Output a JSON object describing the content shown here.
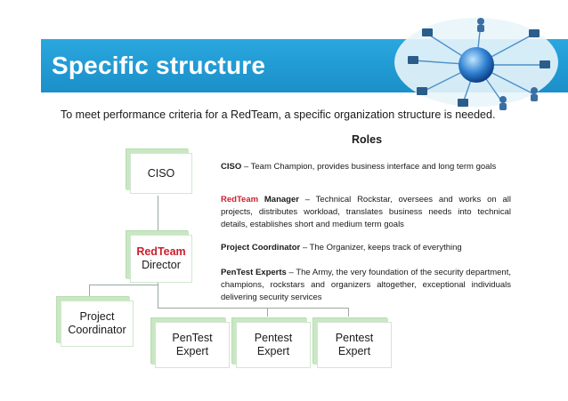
{
  "slide": {
    "title": "Specific structure",
    "subtitle": "To meet performance criteria for a RedTeam, a specific organization structure is needed.",
    "roles_heading": "Roles"
  },
  "org_chart": {
    "ciso": "CISO",
    "redteam_manager_line1": "RedTeam",
    "redteam_manager_line2": "Director",
    "project_coordinator_line1": "Project",
    "project_coordinator_line2": "Coordinator",
    "pentest_1_line1": "PenTest",
    "pentest_1_line2": "Expert",
    "pentest_2_line1": "Pentest",
    "pentest_2_line2": "Expert",
    "pentest_3_line1": "Pentest",
    "pentest_3_line2": "Expert"
  },
  "roles": [
    {
      "key": "CISO",
      "text": " – Team Champion, provides business interface and long term goals"
    },
    {
      "key": "RedTeam",
      "key2": " Manager",
      "text": " – Technical Rockstar, oversees and works on all projects, distributes workload, translates business needs into technical details, establishes short and medium term goals"
    },
    {
      "key": "Project Coordinator",
      "text": " – The Organizer, keeps track of everything"
    },
    {
      "key": "PenTest Experts",
      "text": " – The Army, the very foundation of the security department, champions, rockstars and organizers altogether, exceptional individuals delivering security services"
    }
  ],
  "colors": {
    "banner": "#1b8fc9",
    "accent_red": "#cc1f2d",
    "box_shadow_green": "#c9e7c3"
  },
  "icons": {
    "network": "network-globe-icon"
  }
}
